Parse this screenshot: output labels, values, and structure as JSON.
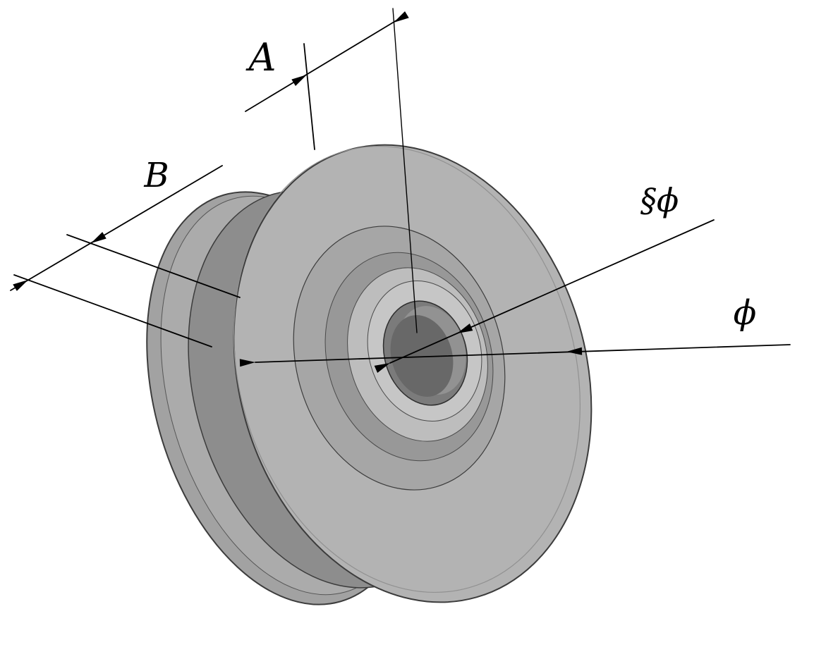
{
  "drawing": {
    "kind": "isometric technical drawing of a grooved pulley wheel",
    "labels": {
      "dim_a": "A",
      "dim_b": "B",
      "dim_inner_diameter": "§ϕ",
      "dim_outer_diameter": "ϕ"
    },
    "palette": {
      "background": "#ffffff",
      "flange_face": "#b3b3b3",
      "back_flange": "#a2a2a2",
      "groove_shade": "#8d8d8d",
      "hub_face": "#c6c6c6",
      "bore_dark": "#686868",
      "line": "#000000"
    }
  }
}
